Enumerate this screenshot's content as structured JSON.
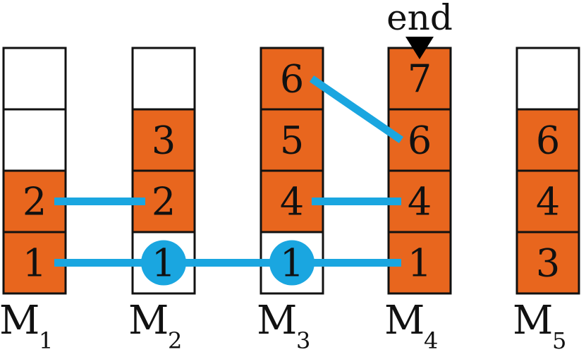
{
  "colors": {
    "filled": "#E8661E",
    "empty": "#FFFFFF",
    "border": "#111111",
    "link": "#1AA6E0",
    "text": "#111111"
  },
  "end_label": "end",
  "columns": [
    {
      "name": "M",
      "sub": "1",
      "cells": [
        {
          "value": "",
          "filled": false
        },
        {
          "value": "",
          "filled": false
        },
        {
          "value": "2",
          "filled": true
        },
        {
          "value": "1",
          "filled": true
        }
      ]
    },
    {
      "name": "M",
      "sub": "2",
      "cells": [
        {
          "value": "",
          "filled": false
        },
        {
          "value": "3",
          "filled": true
        },
        {
          "value": "2",
          "filled": true
        },
        {
          "value": "1",
          "filled": false,
          "circle": true
        }
      ]
    },
    {
      "name": "M",
      "sub": "3",
      "cells": [
        {
          "value": "6",
          "filled": true
        },
        {
          "value": "5",
          "filled": true
        },
        {
          "value": "4",
          "filled": true
        },
        {
          "value": "1",
          "filled": false,
          "circle": true
        }
      ]
    },
    {
      "name": "M",
      "sub": "4",
      "end_marker": true,
      "cells": [
        {
          "value": "7",
          "filled": true
        },
        {
          "value": "6",
          "filled": true
        },
        {
          "value": "4",
          "filled": true
        },
        {
          "value": "1",
          "filled": true
        }
      ]
    },
    {
      "name": "M",
      "sub": "5",
      "cells": [
        {
          "value": "",
          "filled": false
        },
        {
          "value": "6",
          "filled": true
        },
        {
          "value": "4",
          "filled": true
        },
        {
          "value": "3",
          "filled": true
        }
      ]
    }
  ],
  "links": [
    {
      "from": [
        0,
        2
      ],
      "to": [
        1,
        2
      ]
    },
    {
      "from": [
        0,
        3
      ],
      "to": [
        3,
        3
      ]
    },
    {
      "from": [
        2,
        2
      ],
      "to": [
        3,
        2
      ]
    },
    {
      "from": [
        2,
        0
      ],
      "to": [
        3,
        1
      ]
    }
  ]
}
